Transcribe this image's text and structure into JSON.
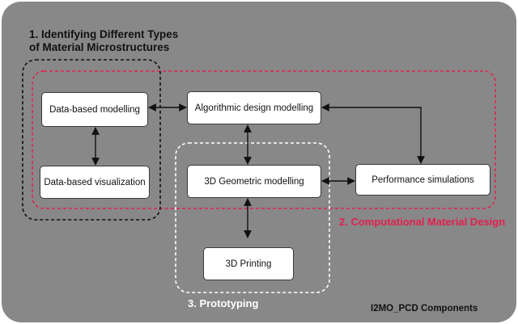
{
  "diagram": {
    "group_1_title_line1": "1. Identifying Different Types",
    "group_1_title_line2": "of Material Microstructures",
    "group_2_title": "2. Computational Material Design",
    "group_3_title": "3. Prototyping",
    "footer_caption": "I2MO_PCD Components",
    "colors": {
      "background": "#888888",
      "group_1_border": "#111111",
      "group_2_border": "#e2204f",
      "group_3_border": "#ffffff"
    },
    "nodes": {
      "data_based_modelling": "Data-based modelling",
      "data_based_visualization": "Data-based visualization",
      "algorithmic_design_modelling": "Algorithmic design modelling",
      "geometric_modelling_3d": "3D Geometric modelling",
      "performance_simulations": "Performance simulations",
      "printing_3d": "3D Printing"
    }
  }
}
